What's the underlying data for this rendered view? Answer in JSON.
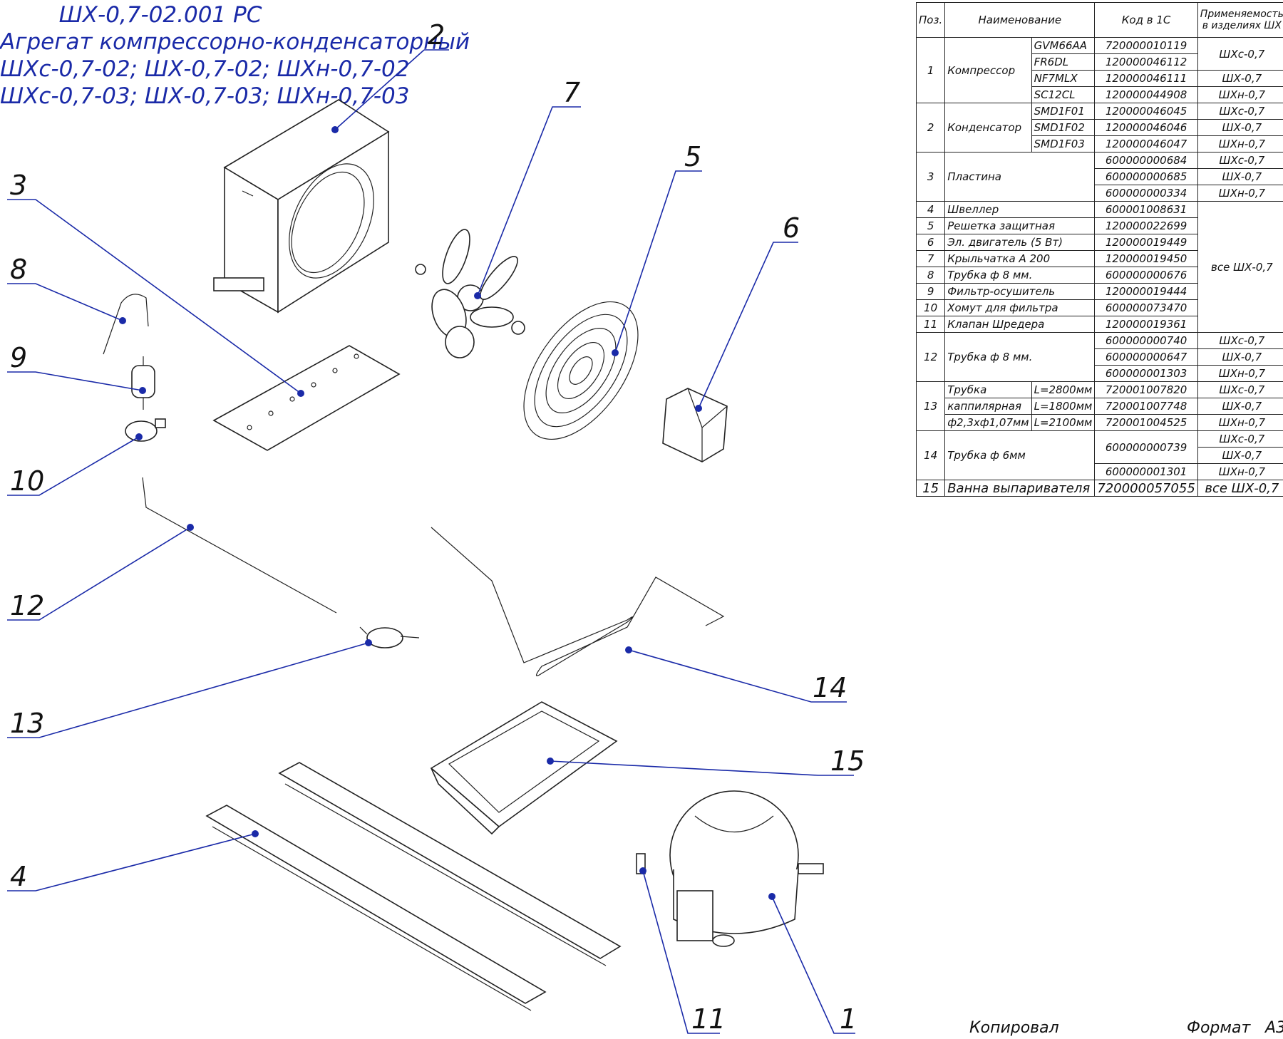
{
  "title": {
    "lines": [
      "ШХ-0,7-02.001 РС",
      "Агрегат компрессорно-конденсаторный",
      "ШХс-0,7-02; ШХ-0,7-02; ШХн-0,7-02",
      "ШХс-0,7-03; ШХ-0,7-03; ШХн-0,7-03"
    ]
  },
  "callouts": [
    "1",
    "2",
    "3",
    "4",
    "5",
    "6",
    "7",
    "8",
    "9",
    "10",
    "11",
    "12",
    "13",
    "14",
    "15"
  ],
  "table": {
    "headers": {
      "pos": "Поз.",
      "name": "Наименование",
      "code": "Код в 1С",
      "applicability": "Применяемость в изделиях ШХ"
    },
    "rows": [
      {
        "pos": "1",
        "name": "Компрессор",
        "model": "GVM66AA",
        "code": "720000010119",
        "app": "ШХс-0,7"
      },
      {
        "pos": "",
        "name": "",
        "model": "FR6DL",
        "code": "120000046112",
        "app": ""
      },
      {
        "pos": "",
        "name": "",
        "model": "NF7MLX",
        "code": "120000046111",
        "app": "ШХ-0,7"
      },
      {
        "pos": "",
        "name": "",
        "model": "SC12CL",
        "code": "120000044908",
        "app": "ШХн-0,7"
      },
      {
        "pos": "2",
        "name": "Конденсатор",
        "model": "SMD1F01",
        "code": "120000046045",
        "app": "ШХс-0,7"
      },
      {
        "pos": "",
        "name": "",
        "model": "SMD1F02",
        "code": "120000046046",
        "app": "ШХ-0,7"
      },
      {
        "pos": "",
        "name": "",
        "model": "SMD1F03",
        "code": "120000046047",
        "app": "ШХн-0,7"
      },
      {
        "pos": "3",
        "name": "Пластина",
        "model": "",
        "code": "600000000684",
        "app": "ШХс-0,7"
      },
      {
        "pos": "",
        "name": "",
        "model": "",
        "code": "600000000685",
        "app": "ШХ-0,7"
      },
      {
        "pos": "",
        "name": "",
        "model": "",
        "code": "600000000334",
        "app": "ШХн-0,7"
      },
      {
        "pos": "4",
        "name": "Швеллер",
        "model": "",
        "code": "600001008631",
        "app": "все ШХ-0,7"
      },
      {
        "pos": "5",
        "name": "Решетка защитная",
        "model": "",
        "code": "120000022699",
        "app": ""
      },
      {
        "pos": "6",
        "name": "Эл. двигатель (5 Вт)",
        "model": "",
        "code": "120000019449",
        "app": ""
      },
      {
        "pos": "7",
        "name": "Крыльчатка А 200",
        "model": "",
        "code": "120000019450",
        "app": ""
      },
      {
        "pos": "8",
        "name": "Трубка ф 8 мм.",
        "model": "",
        "code": "600000000676",
        "app": ""
      },
      {
        "pos": "9",
        "name": "Фильтр-осушитель",
        "model": "",
        "code": "120000019444",
        "app": ""
      },
      {
        "pos": "10",
        "name": "Хомут для фильтра",
        "model": "",
        "code": "600000073470",
        "app": ""
      },
      {
        "pos": "11",
        "name": "Клапан Шредера",
        "model": "",
        "code": "120000019361",
        "app": ""
      },
      {
        "pos": "12",
        "name": "Трубка ф 8 мм.",
        "model": "",
        "code": "600000000740",
        "app": "ШХс-0,7"
      },
      {
        "pos": "",
        "name": "",
        "model": "",
        "code": "600000000647",
        "app": "ШХ-0,7"
      },
      {
        "pos": "",
        "name": "",
        "model": "",
        "code": "600000001303",
        "app": "ШХн-0,7"
      },
      {
        "pos": "13",
        "name": "Трубка",
        "model": "L=2800мм",
        "code": "720001007820",
        "app": "ШХс-0,7"
      },
      {
        "pos": "",
        "name": "каппилярная",
        "model": "L=1800мм",
        "code": "720001007748",
        "app": "ШХ-0,7"
      },
      {
        "pos": "",
        "name": "ф2,3хф1,07мм",
        "model": "L=2100мм",
        "code": "720001004525",
        "app": "ШХн-0,7"
      },
      {
        "pos": "14",
        "name": "Трубка ф 6мм",
        "model": "",
        "code": "600000000739",
        "app": "ШХс-0,7"
      },
      {
        "pos": "",
        "name": "",
        "model": "",
        "code": "",
        "app": "ШХ-0,7"
      },
      {
        "pos": "",
        "name": "",
        "model": "",
        "code": "600000001301",
        "app": "ШХн-0,7"
      },
      {
        "pos": "15",
        "name": "Ванна выпаривателя",
        "model": "",
        "code": "720000057055",
        "app": "все ШХ-0,7"
      }
    ]
  },
  "footer": {
    "copied": "Копировал",
    "format_label": "Формат",
    "format_value": "А3"
  }
}
